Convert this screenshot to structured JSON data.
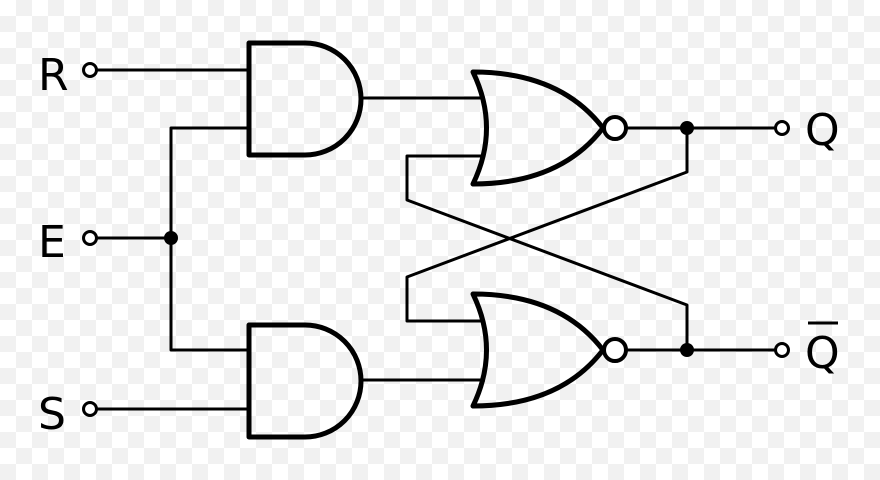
{
  "diagram": {
    "labels": {
      "r": "R",
      "e": "E",
      "s": "S",
      "q": "Q",
      "q_bar": "Q"
    },
    "colors": {
      "stroke": "#000000",
      "background": "#ffffff"
    }
  }
}
